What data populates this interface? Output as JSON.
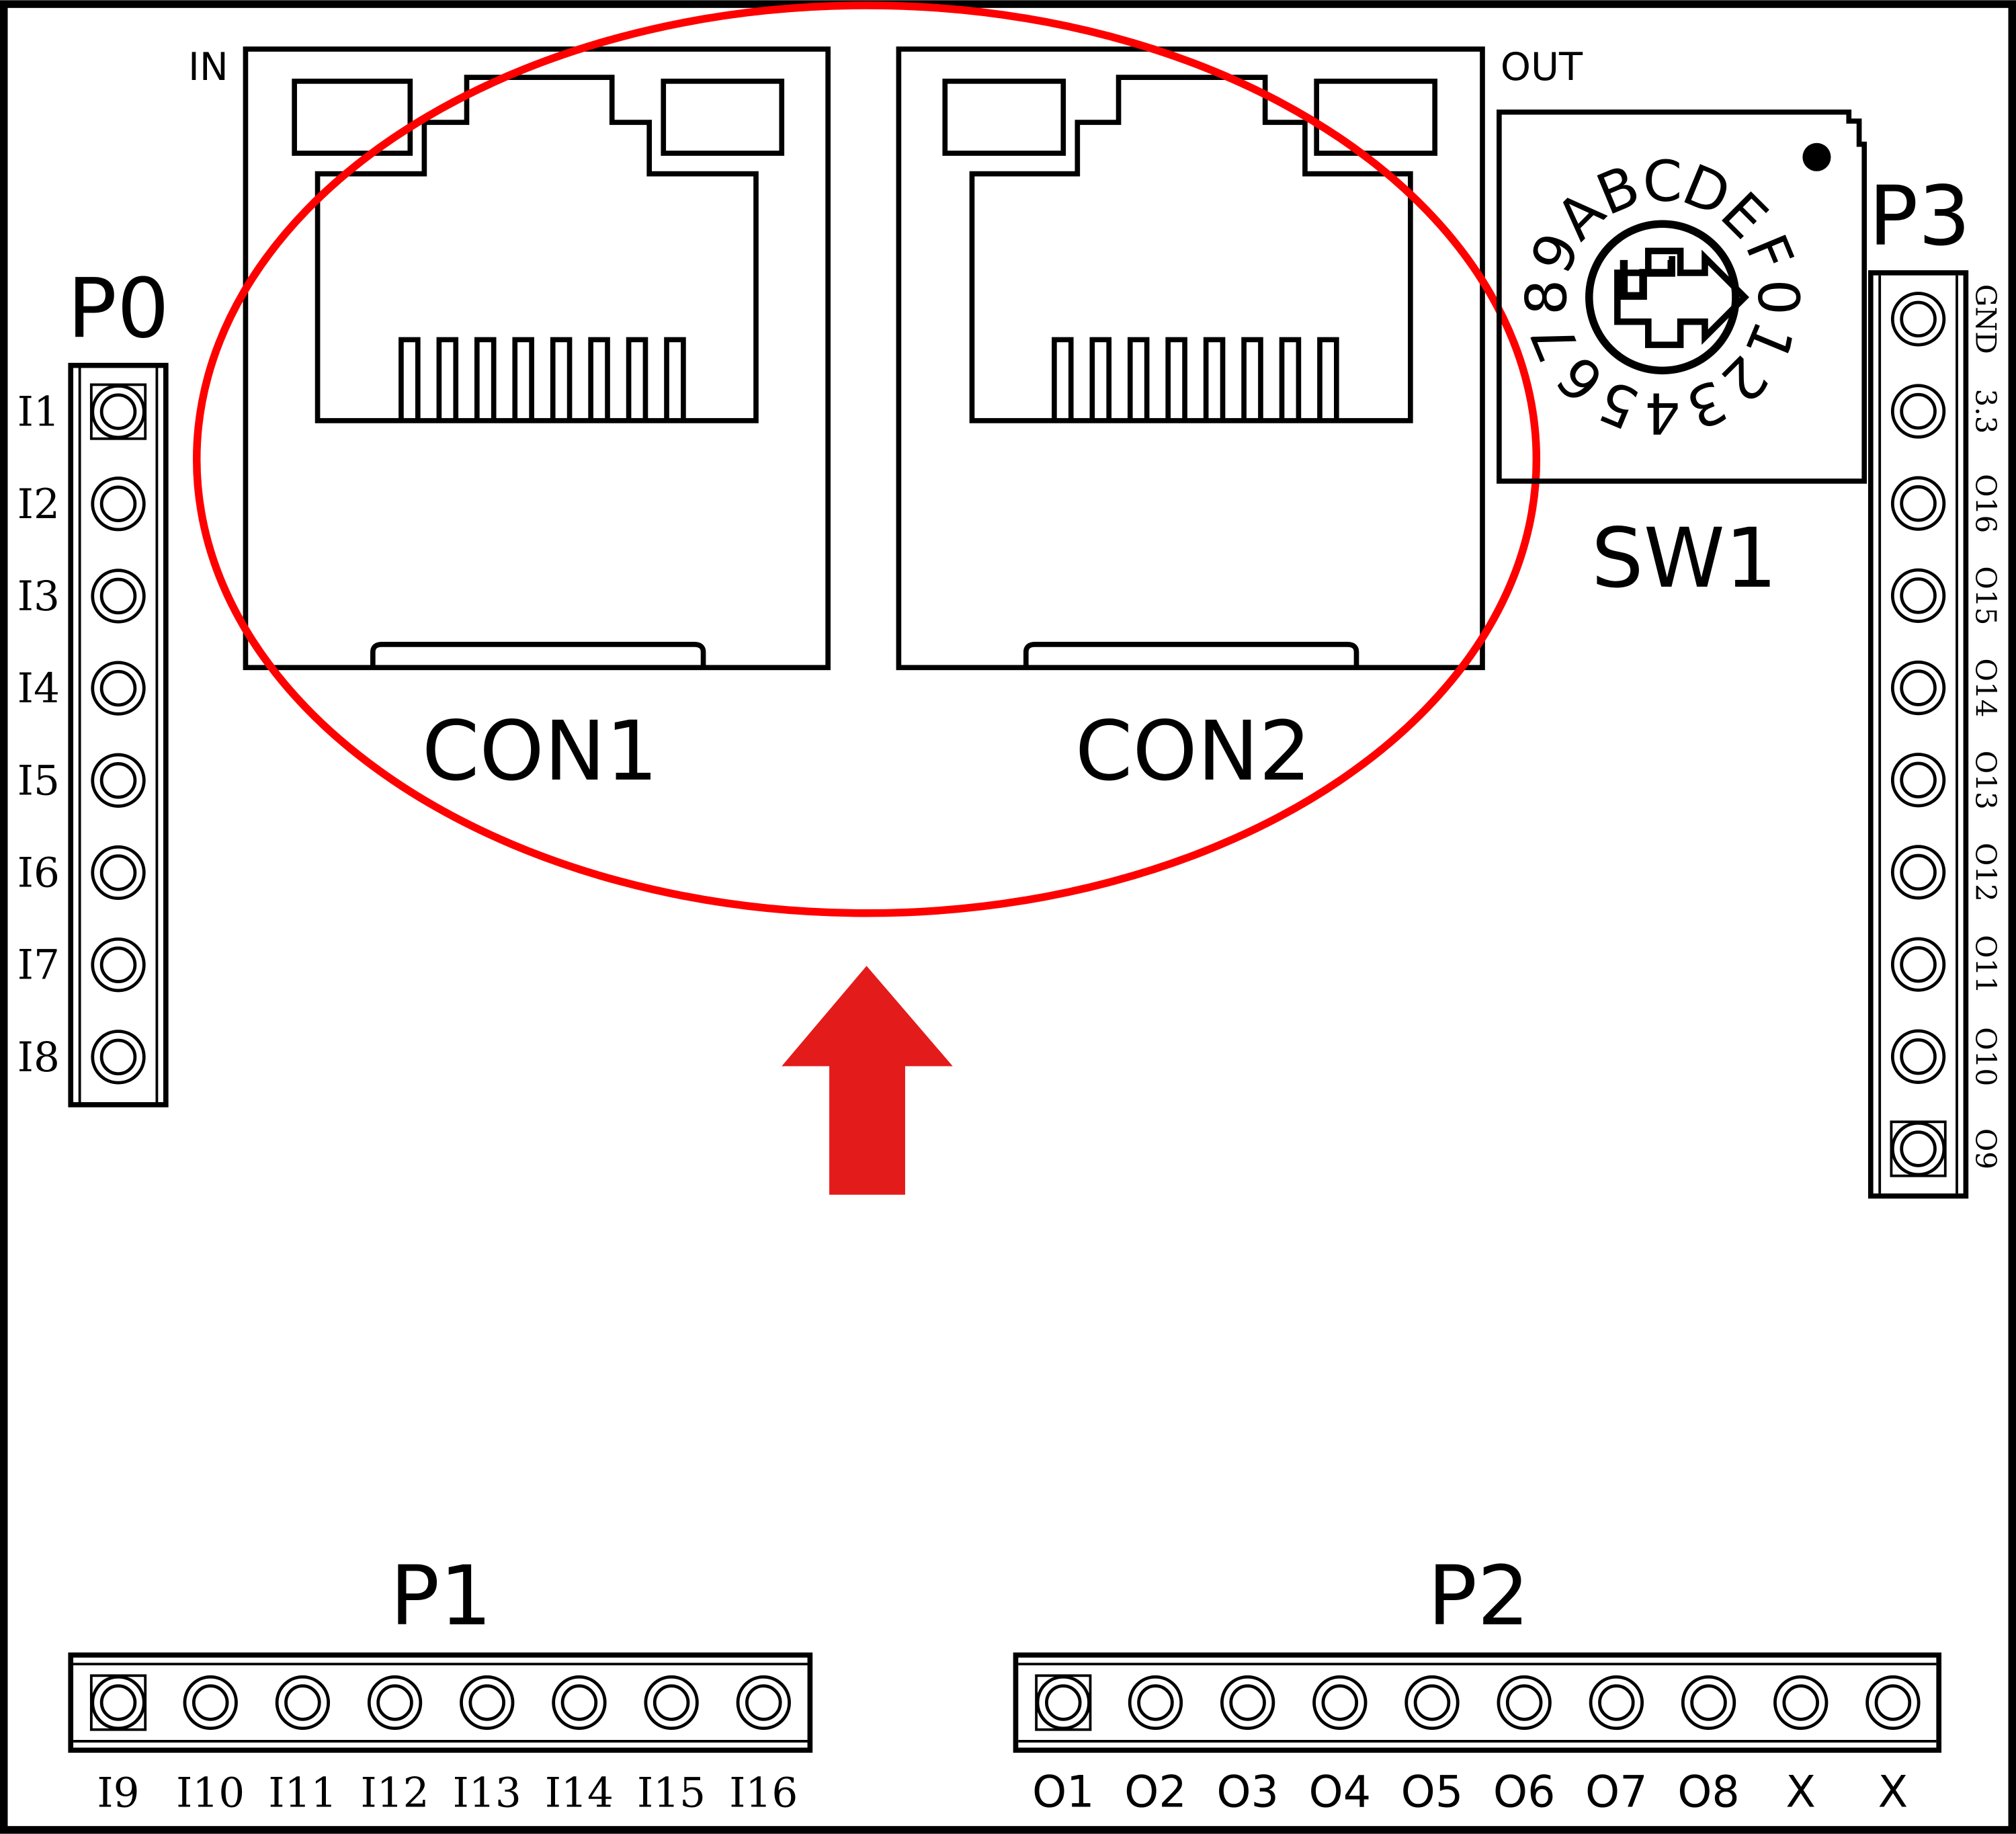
{
  "board": {
    "title": "I/O board connector layout",
    "highlight_color": "#e41b1b",
    "ellipse_color": "#ff0000",
    "annotation": "arrow pointing up to highlighted Ethernet connectors"
  },
  "connectors": {
    "con1": {
      "label": "CON1",
      "port_label": "IN"
    },
    "con2": {
      "label": "CON2",
      "port_label": "OUT"
    }
  },
  "switch": {
    "label": "SW1",
    "dial_positions": [
      "0",
      "1",
      "2",
      "3",
      "4",
      "5",
      "6",
      "7",
      "8",
      "9",
      "A",
      "B",
      "C",
      "D",
      "E",
      "F"
    ]
  },
  "headers": {
    "p0": {
      "label": "P0",
      "pins": [
        "I1",
        "I2",
        "I3",
        "I4",
        "I5",
        "I6",
        "I7",
        "I8"
      ]
    },
    "p1": {
      "label": "P1",
      "pins": [
        "I9",
        "I10",
        "I11",
        "I12",
        "I13",
        "I14",
        "I15",
        "I16"
      ]
    },
    "p2": {
      "label": "P2",
      "pins": [
        "O1",
        "O2",
        "O3",
        "O4",
        "O5",
        "O6",
        "O7",
        "O8",
        "X",
        "X"
      ]
    },
    "p3": {
      "label": "P3",
      "pins": [
        "GND",
        "3.3",
        "O16",
        "O15",
        "O14",
        "O13",
        "O12",
        "O11",
        "O10",
        "O9"
      ]
    }
  }
}
